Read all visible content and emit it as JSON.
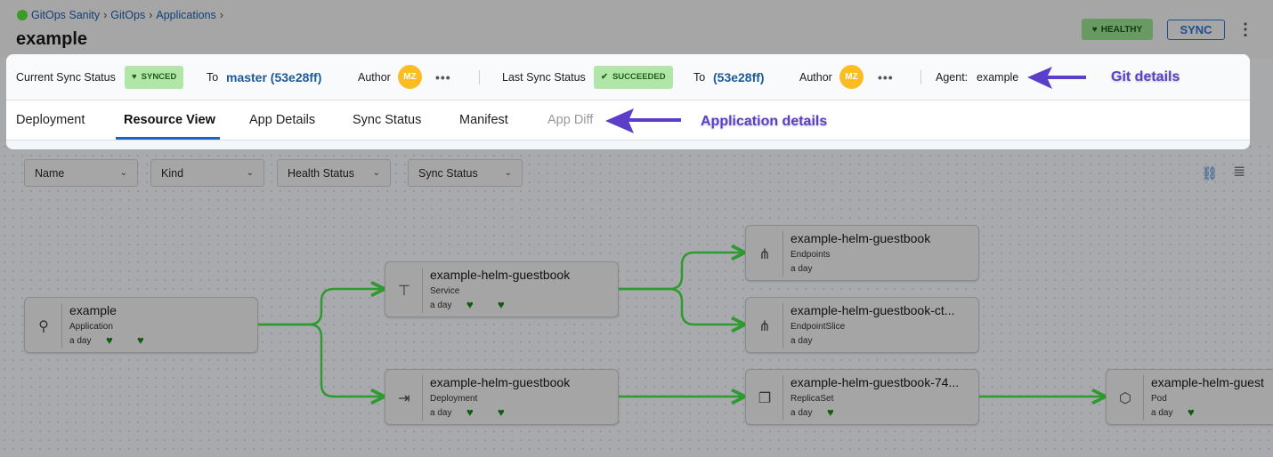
{
  "header": {
    "breadcrumbs": [
      "GitOps Sanity",
      "GitOps",
      "Applications"
    ],
    "title": "example",
    "health_badge": "HEALTHY",
    "sync_button": "SYNC"
  },
  "git": {
    "current_label": "Current Sync Status",
    "current_badge": "SYNCED",
    "to1": "To",
    "current_rev": "master (53e28ff)",
    "author1": "Author",
    "avatar1": "MZ",
    "last_label": "Last Sync Status",
    "last_badge": "SUCCEEDED",
    "to2": "To",
    "last_rev": "(53e28ff)",
    "author2": "Author",
    "avatar2": "MZ",
    "agent_label": "Agent:",
    "agent_value": "example"
  },
  "tabs": [
    {
      "label": "Deployment"
    },
    {
      "label": "Resource View",
      "active": true
    },
    {
      "label": "App Details"
    },
    {
      "label": "Sync Status"
    },
    {
      "label": "Manifest"
    },
    {
      "label": "App Diff",
      "disabled": true
    }
  ],
  "annotations": {
    "git": "Git details",
    "app": "Application details"
  },
  "filters": [
    "Name",
    "Kind",
    "Health Status",
    "Sync Status"
  ],
  "nodes": [
    {
      "name": "example",
      "kind": "Application",
      "age": "a day",
      "health": true,
      "sync": true,
      "icon": "application-icon"
    },
    {
      "name": "example-helm-guestbook",
      "kind": "Service",
      "age": "a day",
      "health": true,
      "sync": true,
      "icon": "service-icon"
    },
    {
      "name": "example-helm-guestbook",
      "kind": "Deployment",
      "age": "a day",
      "health": true,
      "sync": true,
      "icon": "deployment-icon"
    },
    {
      "name": "example-helm-guestbook",
      "kind": "Endpoints",
      "age": "a day",
      "icon": "endpoints-icon"
    },
    {
      "name": "example-helm-guestbook-ct...",
      "kind": "EndpointSlice",
      "age": "a day",
      "icon": "endpointslice-icon"
    },
    {
      "name": "example-helm-guestbook-74...",
      "kind": "ReplicaSet",
      "age": "a day",
      "health": true,
      "icon": "replicaset-icon"
    },
    {
      "name": "example-helm-guest",
      "kind": "Pod",
      "age": "a day",
      "health": true,
      "icon": "pod-icon"
    }
  ],
  "colors": {
    "edge": "#2f9a2f",
    "healthy": "#0f5a0f",
    "accent": "#1a64c8",
    "annotation": "#5c3fc9"
  }
}
